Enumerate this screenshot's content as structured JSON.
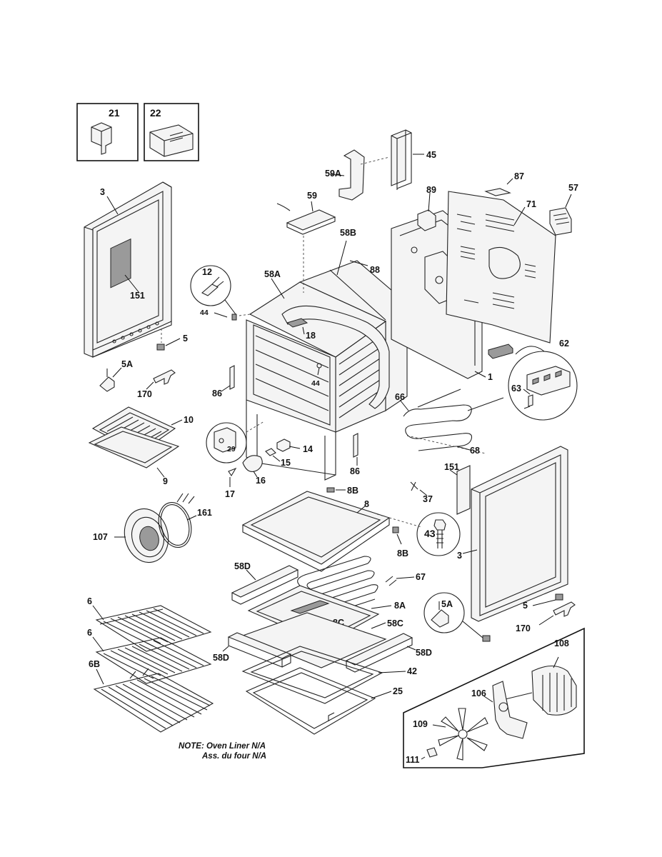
{
  "callouts": {
    "c21": "21",
    "c22": "22",
    "c3_left": "3",
    "c151_left": "151",
    "c5_left": "5",
    "c5a_left": "5A",
    "c170_left": "170",
    "c12": "12",
    "c44_a": "44",
    "c58a": "58A",
    "c18": "18",
    "c86_left": "86",
    "c44_b": "44",
    "c10": "10",
    "c9": "9",
    "c29": "29",
    "c14": "14",
    "c15": "15",
    "c16": "16",
    "c17": "17",
    "c86_right": "86",
    "c8b_a": "8B",
    "c59a": "59A",
    "c45": "45",
    "c59": "59",
    "c58b": "58B",
    "c88": "88",
    "c89": "89",
    "c87": "87",
    "c71": "71",
    "c57": "57",
    "c1": "1",
    "c62": "62",
    "c63": "63",
    "c66": "66",
    "c68": "68",
    "c151_right": "151",
    "c37": "37",
    "c8": "8",
    "c43": "43",
    "c8b_b": "8B",
    "c3_right": "3",
    "c107": "107",
    "c161": "161",
    "c58d_a": "58D",
    "c67": "67",
    "c5_right": "5",
    "c5a_right": "5A",
    "c170_right": "170",
    "c8a": "8A",
    "c8c": "8C",
    "c58c": "58C",
    "c58d_b": "58D",
    "c58d_c": "58D",
    "c42": "42",
    "c25": "25",
    "c6_a": "6",
    "c6_b": "6",
    "c6b": "6B",
    "c108": "108",
    "c106": "106",
    "c109": "109",
    "c111": "111"
  },
  "note": {
    "line1": "NOTE: Oven Liner N/A",
    "line2": "Ass. du four N/A"
  },
  "colors": {
    "ink": "#111111",
    "paper": "#ffffff",
    "shade": "#9a9a9a"
  }
}
